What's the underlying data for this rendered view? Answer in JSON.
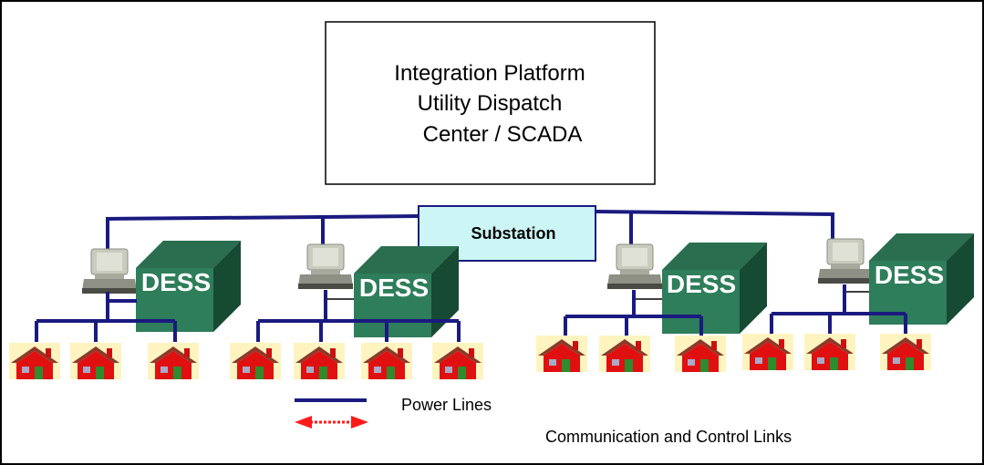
{
  "platform": {
    "line1": "Integration Platform",
    "line2": "Utility Dispatch",
    "line3": "Center / SCADA"
  },
  "substation": {
    "label": "Substation"
  },
  "units": [
    {
      "label": "DESS",
      "house_count": 3
    },
    {
      "label": "DESS",
      "house_count": 4
    },
    {
      "label": "DESS",
      "house_count": 3
    },
    {
      "label": "DESS",
      "house_count": 3
    }
  ],
  "legend": {
    "power_lines": "Power Lines",
    "comm_links": "Communication and Control Links"
  },
  "colors": {
    "power_line": "#1a1a80",
    "dess_front": "#2e7d5b",
    "dess_top": "#1f5c40",
    "dess_side": "#174a33",
    "substation_fill": "#ccf5f5",
    "house_red": "#e01010",
    "house_bg": "#fff4c0",
    "comm_arrow": "#ff1a1a"
  }
}
